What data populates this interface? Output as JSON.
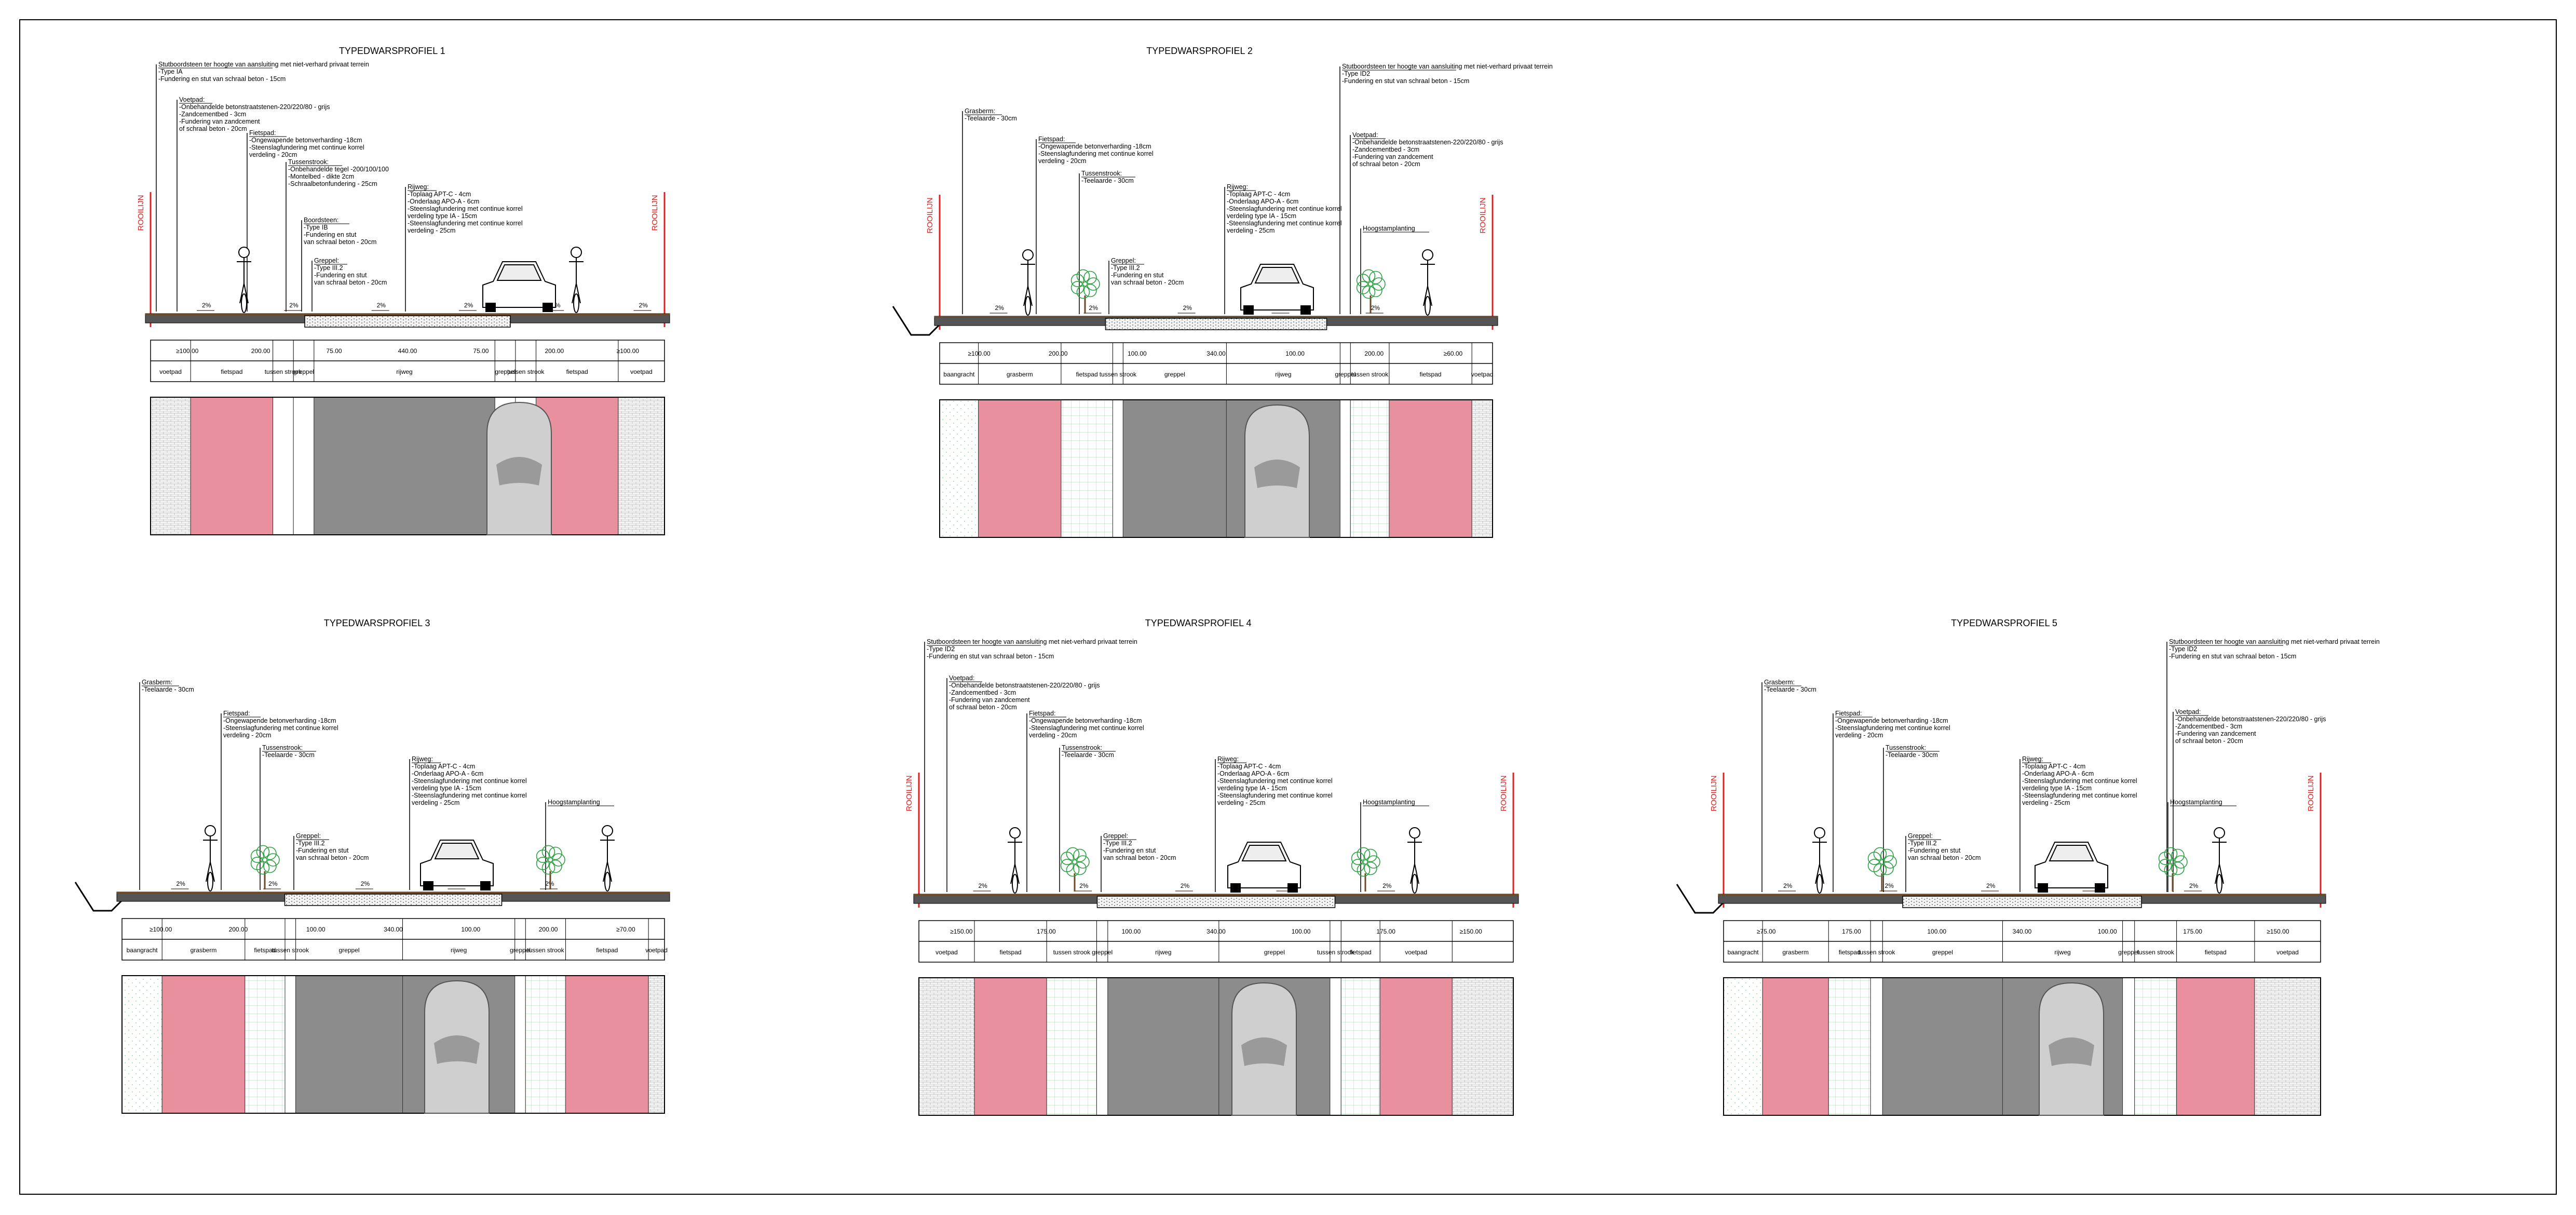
{
  "sheet": {
    "border_color": "#000000"
  },
  "colors": {
    "fietspad": "#e8909e",
    "rijweg": "#8c8c8c",
    "rooilijn": "#e02020",
    "tree": "#2ea043",
    "earth": "#6b4a2b",
    "car": "#cfcfcf"
  },
  "profiles": [
    {
      "title": "TYPEDWARSPROFIEL 1",
      "rooilijn_label": "ROOILIJN",
      "annotations": [
        {
          "head": "Stutboordsteen ter hoogte van aansluiting met niet-verhard privaat terrein",
          "lines": [
            "-Type IA",
            "-Fundering en stut van schraal beton - 15cm"
          ]
        },
        {
          "head": "Voetpad:",
          "lines": [
            "-Onbehandelde betonstraatstenen-220/220/80 - grijs",
            "-Zandcementbed - 3cm",
            "-Fundering van zandcement",
            " of schraal beton - 20cm"
          ]
        },
        {
          "head": "Fietspad:",
          "lines": [
            "-Ongewapende betonverharding -18cm",
            "-Steenslagfundering met continue korrel",
            " verdeling - 20cm"
          ]
        },
        {
          "head": "Tussenstrook:",
          "lines": [
            "-Onbehandelde tegel -200/100/100",
            "-Montelbed - dikte 2cm",
            "-Schraalbetonfundering - 25cm"
          ]
        },
        {
          "head": "Rijweg:",
          "lines": [
            "-Toplaag APT-C - 4cm",
            "-Onderlaag APO-A - 6cm",
            "-Steenslagfundering met continue korrel",
            " verdeling type IA - 15cm",
            "-Steenslagfundering met continue korrel",
            " verdeling - 25cm"
          ]
        },
        {
          "head": "Boordsteen:",
          "lines": [
            "-Type IB",
            "-Fundering en stut",
            " van schraal beton - 20cm"
          ]
        },
        {
          "head": "Greppel:",
          "lines": [
            "-Type III.2",
            "-Fundering en stut",
            " van schraal beton - 20cm"
          ]
        }
      ],
      "slopes": [
        "2%",
        "2%",
        "2%",
        "2%",
        "2%",
        "2%"
      ],
      "dims": [
        "≥100.00",
        "200.00",
        "75.00",
        "440.00",
        "75.00",
        "200.00",
        "≥100.00"
      ],
      "names": [
        "voetpad",
        "fietspad",
        "tussen strook",
        "greppel",
        "rijweg",
        "greppel",
        "tussen strook",
        "fietspad",
        "voetpad"
      ]
    },
    {
      "title": "TYPEDWARSPROFIEL 2",
      "rooilijn_label": "ROOILIJN",
      "annotations": [
        {
          "head": "Grasberm:",
          "lines": [
            "-Teelaarde - 30cm"
          ]
        },
        {
          "head": "Fietspad:",
          "lines": [
            "-Ongewapende betonverharding -18cm",
            "-Steenslagfundering met continue korrel",
            " verdeling - 20cm"
          ]
        },
        {
          "head": "Tussenstrook:",
          "lines": [
            "-Teelaarde - 30cm"
          ]
        },
        {
          "head": "Greppel:",
          "lines": [
            "-Type III.2",
            "-Fundering en stut",
            " van schraal beton - 20cm"
          ]
        },
        {
          "head": "Rijweg:",
          "lines": [
            "-Toplaag APT-C - 4cm",
            "-Onderlaag APO-A - 6cm",
            "-Steenslagfundering met continue korrel",
            " verdeling type IA - 15cm",
            "-Steenslagfundering met continue korrel",
            " verdeling - 25cm"
          ]
        },
        {
          "head": "Stutboordsteen ter hoogte van aansluiting met niet-verhard privaat terrein",
          "lines": [
            "-Type ID2",
            "-Fundering en stut van schraal beton - 15cm"
          ]
        },
        {
          "head": "Voetpad:",
          "lines": [
            "-Onbehandelde betonstraatstenen-220/220/80 - grijs",
            "-Zandcementbed - 3cm",
            "-Fundering van zandcement",
            " of schraal beton - 20cm"
          ]
        },
        {
          "head": "Hoogstamplanting",
          "lines": []
        }
      ],
      "slopes": [
        "2%",
        "2%",
        "2%",
        "2%",
        "2%"
      ],
      "dims": [
        "≥100.00",
        "200.00",
        "100.00",
        "340.00",
        "100.00",
        "200.00",
        "≥60.00"
      ],
      "names": [
        "baangracht",
        "grasberm",
        "fietspad",
        "tussen strook",
        "greppel",
        "rijweg",
        "greppel",
        "tussen strook",
        "fietspad",
        "voetpad"
      ]
    },
    {
      "title": "TYPEDWARSPROFIEL 3",
      "rooilijn_label": "",
      "annotations": [
        {
          "head": "Grasberm:",
          "lines": [
            "-Teelaarde - 30cm"
          ]
        },
        {
          "head": "Fietspad:",
          "lines": [
            "-Ongewapende betonverharding -18cm",
            "-Steenslagfundering met continue korrel",
            " verdeling - 20cm"
          ]
        },
        {
          "head": "Tussenstrook:",
          "lines": [
            "-Teelaarde - 30cm"
          ]
        },
        {
          "head": "Greppel:",
          "lines": [
            "-Type III.2",
            "-Fundering en stut",
            " van schraal beton - 20cm"
          ]
        },
        {
          "head": "Rijweg:",
          "lines": [
            "-Toplaag APT-C - 4cm",
            "-Onderlaag APO-A - 6cm",
            "-Steenslagfundering met continue korrel",
            " verdeling type IA - 15cm",
            "-Steenslagfundering met continue korrel",
            " verdeling - 25cm"
          ]
        },
        {
          "head": "Hoogstamplanting",
          "lines": []
        }
      ],
      "slopes": [
        "2%",
        "2%",
        "2%",
        "2%",
        "2%"
      ],
      "dims": [
        "≥100.00",
        "200.00",
        "100.00",
        "340.00",
        "100.00",
        "200.00",
        "≥70.00"
      ],
      "names": [
        "baangracht",
        "grasberm",
        "fietspad",
        "tussen strook",
        "greppel",
        "rijweg",
        "greppel",
        "tussen strook",
        "fietspad",
        "voetpad"
      ]
    },
    {
      "title": "TYPEDWARSPROFIEL 4",
      "rooilijn_label": "ROOILIJN",
      "annotations": [
        {
          "head": "Stutboordsteen ter hoogte van aansluiting met niet-verhard privaat terrein",
          "lines": [
            "-Type ID2",
            "-Fundering en stut van schraal beton - 15cm"
          ]
        },
        {
          "head": "Voetpad:",
          "lines": [
            "-Onbehandelde betonstraatstenen-220/220/80 - grijs",
            "-Zandcementbed - 3cm",
            "-Fundering van zandcement",
            " of schraal beton - 20cm"
          ]
        },
        {
          "head": "Fietspad:",
          "lines": [
            "-Ongewapende betonverharding -18cm",
            "-Steenslagfundering met continue korrel",
            " verdeling - 20cm"
          ]
        },
        {
          "head": "Tussenstrook:",
          "lines": [
            "-Teelaarde - 30cm"
          ]
        },
        {
          "head": "Greppel:",
          "lines": [
            "-Type III.2",
            "-Fundering en stut",
            " van schraal beton - 20cm"
          ]
        },
        {
          "head": "Rijweg:",
          "lines": [
            "-Toplaag APT-C - 4cm",
            "-Onderlaag APO-A - 6cm",
            "-Steenslagfundering met continue korrel",
            " verdeling type IA - 15cm",
            "-Steenslagfundering met continue korrel",
            " verdeling - 25cm"
          ]
        },
        {
          "head": "Hoogstamplanting",
          "lines": []
        }
      ],
      "slopes": [
        "2%",
        "2%",
        "2%",
        "2%",
        "2%"
      ],
      "dims": [
        "≥150.00",
        "175.00",
        "100.00",
        "340.00",
        "100.00",
        "175.00",
        "≥150.00"
      ],
      "names": [
        "voetpad",
        "fietspad",
        "tussen strook",
        "greppel",
        "rijweg",
        "greppel",
        "tussen strook",
        "fietspad",
        "voetpad"
      ]
    },
    {
      "title": "TYPEDWARSPROFIEL 5",
      "rooilijn_label": "ROOILIJN",
      "annotations": [
        {
          "head": "Grasberm:",
          "lines": [
            "-Teelaarde - 30cm"
          ]
        },
        {
          "head": "Fietspad:",
          "lines": [
            "-Ongewapende betonverharding -18cm",
            "-Steenslagfundering met continue korrel",
            " verdeling - 20cm"
          ]
        },
        {
          "head": "Tussenstrook:",
          "lines": [
            "-Teelaarde - 30cm"
          ]
        },
        {
          "head": "Greppel:",
          "lines": [
            "-Type III.2",
            "-Fundering en stut",
            " van schraal beton - 20cm"
          ]
        },
        {
          "head": "Rijweg:",
          "lines": [
            "-Toplaag APT-C - 4cm",
            "-Onderlaag APO-A - 6cm",
            "-Steenslagfundering met continue korrel",
            " verdeling type IA - 15cm",
            "-Steenslagfundering met continue korrel",
            " verdeling - 25cm"
          ]
        },
        {
          "head": "Stutboordsteen ter hoogte van aansluiting met niet-verhard privaat terrein",
          "lines": [
            "-Type ID2",
            "-Fundering en stut van schraal beton - 15cm"
          ]
        },
        {
          "head": "Voetpad:",
          "lines": [
            "-Onbehandelde betonstraatstenen-220/220/80 - grijs",
            "-Zandcementbed - 3cm",
            "-Fundering van zandcement",
            " of schraal beton - 20cm"
          ]
        },
        {
          "head": "Hoogstamplanting",
          "lines": []
        }
      ],
      "slopes": [
        "2%",
        "2%",
        "2%",
        "2%",
        "2%"
      ],
      "dims": [
        "≥75.00",
        "175.00",
        "100.00",
        "340.00",
        "100.00",
        "175.00",
        "≥150.00"
      ],
      "names": [
        "baangracht",
        "grasberm",
        "fietspad",
        "tussen strook",
        "greppel",
        "rijweg",
        "greppel",
        "tussen strook",
        "fietspad",
        "voetpad"
      ]
    }
  ]
}
